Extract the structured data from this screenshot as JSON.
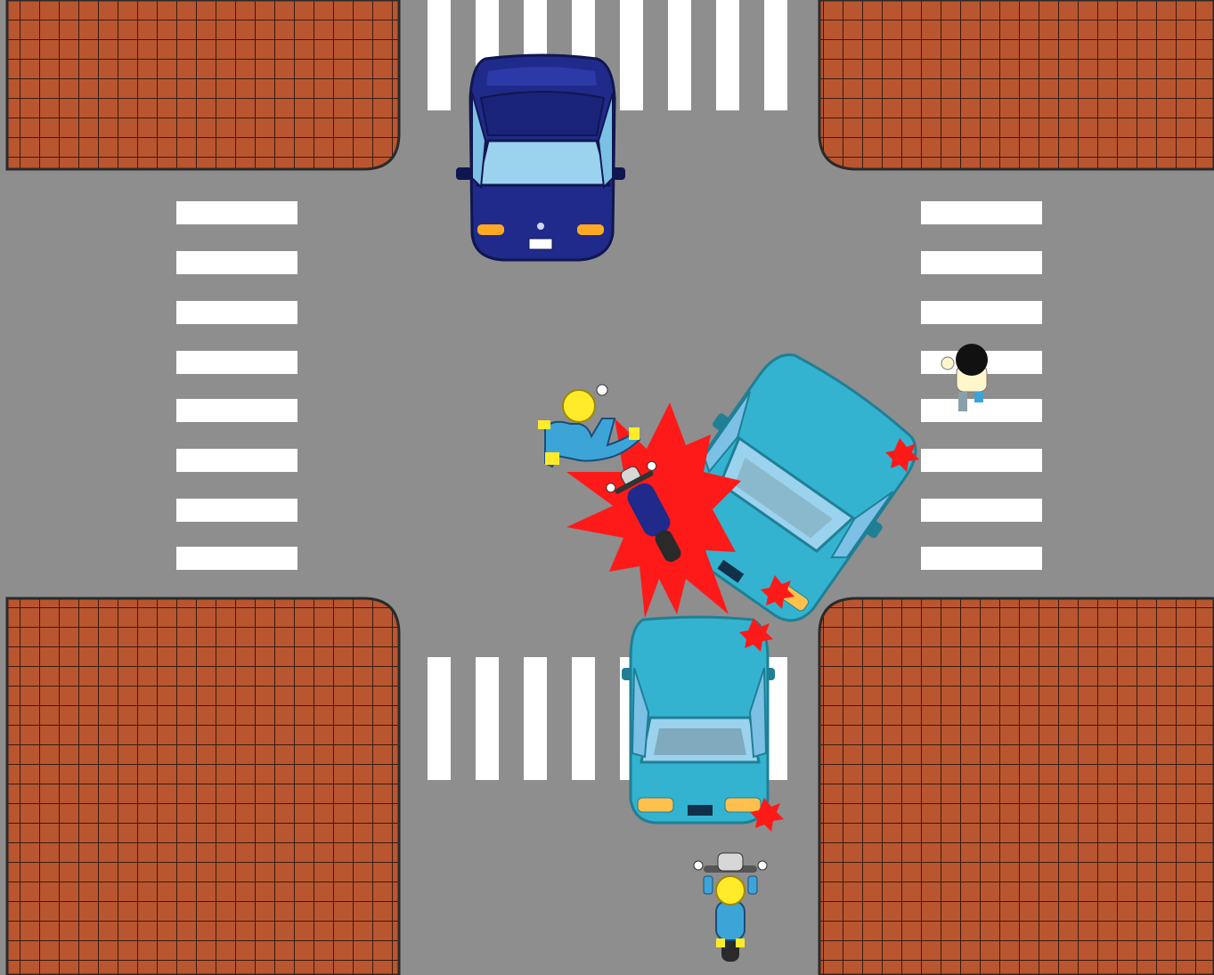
{
  "scene": {
    "description_none": "",
    "colors": {
      "road": "#8e8e8e",
      "curb_line": "#2a2a2a",
      "brick": "#b9562f",
      "brick_grid": "#3a1a10",
      "stripe": "#ffffff",
      "car_navy": "#1f2a8a",
      "car_navy_dark": "#101650",
      "car_teal": "#33b3cf",
      "car_teal_dark": "#1f7f95",
      "glass": "#9bd2ee",
      "crash_red": "#ff1a1a",
      "rider_blue": "#3da4d8",
      "helmet_yellow": "#ffeb2a"
    },
    "vehicles": [
      "navy-sedan",
      "teal-sedan-turning",
      "teal-sedan-southbound",
      "motorcycle-crashed",
      "motorcycle-approaching"
    ],
    "people": [
      "pedestrian",
      "thrown-rider",
      "motorcycle-rider"
    ]
  }
}
